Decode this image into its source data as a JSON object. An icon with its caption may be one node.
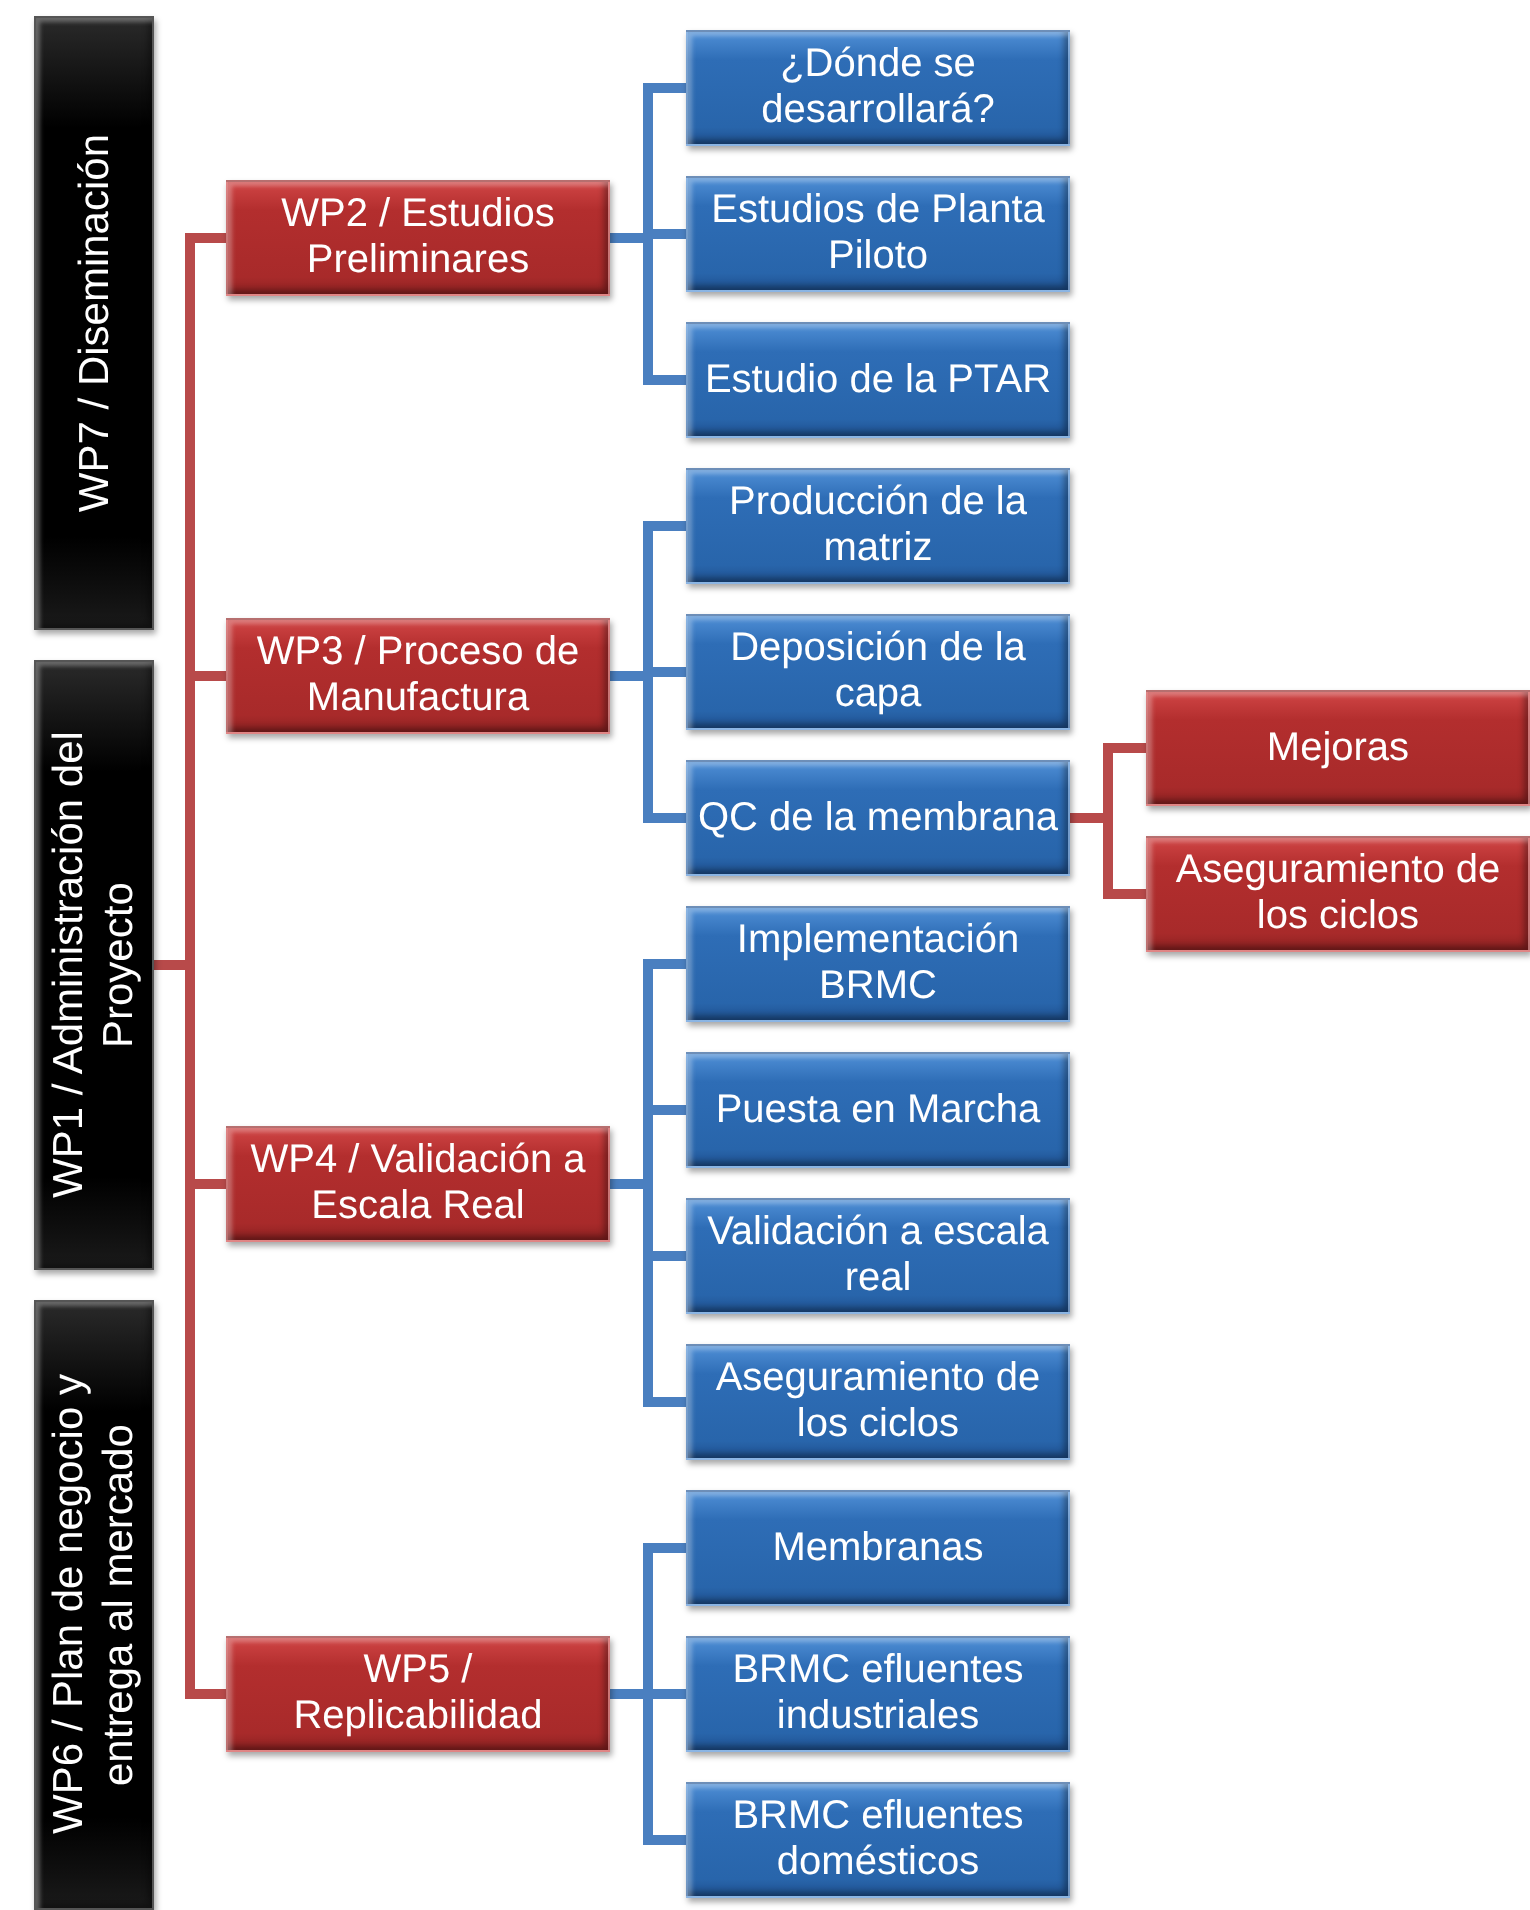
{
  "diagram": {
    "nodes": [
      {
        "text": [
          "WP7 / Diseminación"
        ]
      },
      {
        "text": [
          "WP1 / Administración del Proyecto"
        ]
      },
      {
        "text": [
          "WP6 / Plan de negocio y entrega al mercado"
        ]
      },
      {
        "text": [
          "WP2 / Estudios Preliminares"
        ]
      },
      {
        "text": [
          "¿Dónde se desarrollará?"
        ]
      },
      {
        "text": [
          "Estudios de Planta Piloto"
        ]
      },
      {
        "text": [
          "Estudio de la PTAR"
        ]
      },
      {
        "text": [
          "WP3 / Proceso de Manufactura"
        ]
      },
      {
        "text": [
          "Producción de la matriz"
        ]
      },
      {
        "text": [
          "Deposición de la capa"
        ]
      },
      {
        "text": [
          "QC de la membrana"
        ]
      },
      {
        "text": [
          "Mejoras"
        ]
      },
      {
        "text": [
          "Aseguramiento de los ciclos"
        ]
      },
      {
        "text": [
          "WP4 / Validación a Escala Real"
        ]
      },
      {
        "text": [
          "Implementación BRMC"
        ]
      },
      {
        "text": [
          "Puesta en Marcha"
        ]
      },
      {
        "text": [
          "Validación a escala real"
        ]
      },
      {
        "text": [
          "Aseguramiento de los ciclos"
        ]
      },
      {
        "text": [
          "WP5 / Replicabilidad"
        ]
      },
      {
        "text": [
          "Membranas"
        ]
      },
      {
        "text": [
          "BRMC efluentes industriales"
        ]
      },
      {
        "text": [
          "BRMC efluentes domésticos"
        ]
      }
    ],
    "edges": [
      {
        "from": 1,
        "to": 3,
        "arrow": "none",
        "color": "#b84a4a"
      },
      {
        "from": 1,
        "to": 7,
        "arrow": "none",
        "color": "#b84a4a"
      },
      {
        "from": 1,
        "to": 13,
        "arrow": "none",
        "color": "#b84a4a"
      },
      {
        "from": 1,
        "to": 18,
        "arrow": "none",
        "color": "#b84a4a"
      },
      {
        "from": 3,
        "to": 4,
        "arrow": "none"
      },
      {
        "from": 3,
        "to": 5,
        "arrow": "none"
      },
      {
        "from": 3,
        "to": 6,
        "arrow": "none"
      },
      {
        "from": 7,
        "to": 8,
        "arrow": "none"
      },
      {
        "from": 7,
        "to": 9,
        "arrow": "none"
      },
      {
        "from": 7,
        "to": 10,
        "arrow": "none"
      },
      {
        "from": 10,
        "to": 11,
        "arrow": "none",
        "color": "#b84a4a"
      },
      {
        "from": 10,
        "to": 12,
        "arrow": "none",
        "color": "#b84a4a"
      },
      {
        "from": 13,
        "to": 14,
        "arrow": "none"
      },
      {
        "from": 13,
        "to": 15,
        "arrow": "none"
      },
      {
        "from": 13,
        "to": 16,
        "arrow": "none"
      },
      {
        "from": 13,
        "to": 17,
        "arrow": "none"
      },
      {
        "from": 18,
        "to": 19,
        "arrow": "none"
      },
      {
        "from": 18,
        "to": 20,
        "arrow": "none"
      },
      {
        "from": 18,
        "to": 21,
        "arrow": "none"
      }
    ]
  }
}
